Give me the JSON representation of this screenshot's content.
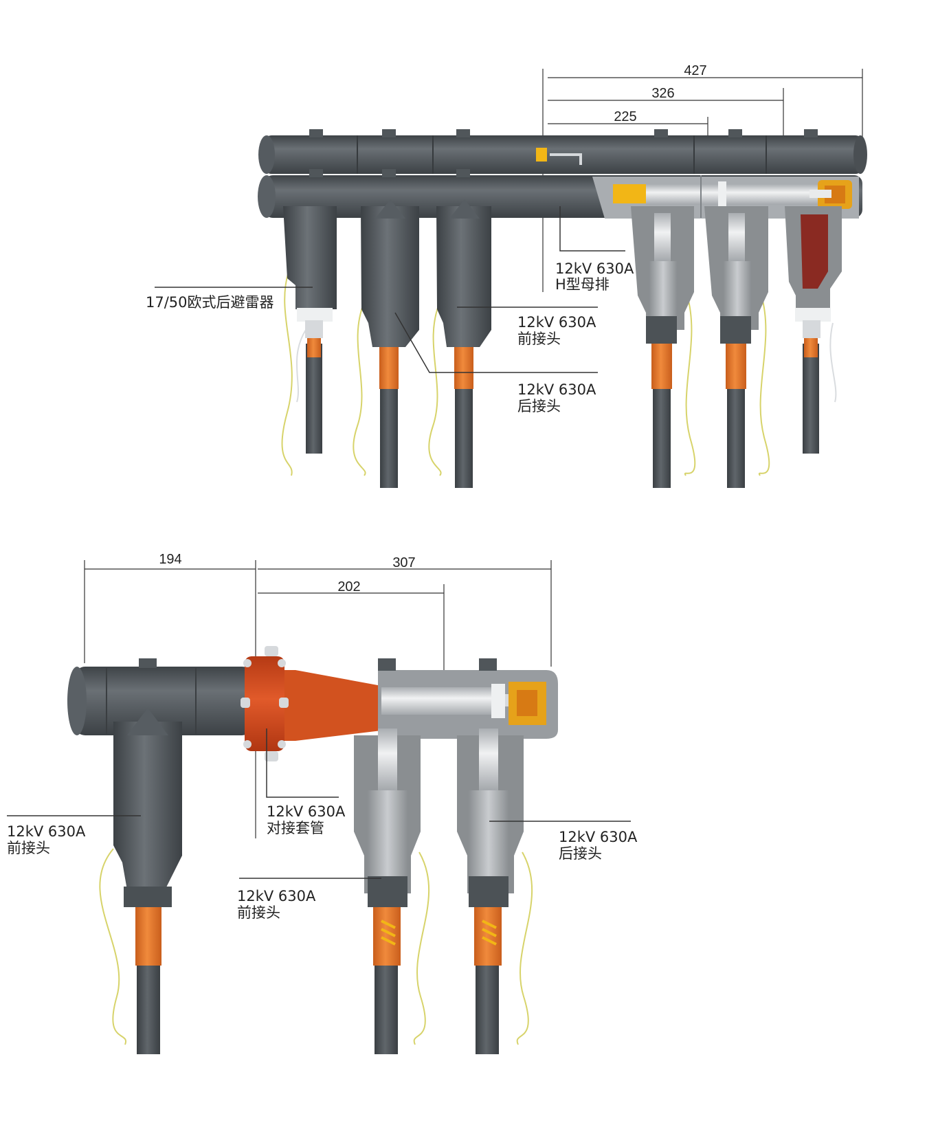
{
  "colors": {
    "body_dark": "#4b5155",
    "body_mid": "#5d6368",
    "sleeve_orange": "#e5762c",
    "flange_red": "#c8431a",
    "insert_yellow": "#f2b616",
    "metal_silver": "#d6d9dc",
    "arrester_red": "#8a2a22",
    "ground_wire": "#d7d36a"
  },
  "top_assembly": {
    "dimensions": [
      "427",
      "326",
      "225"
    ],
    "labels": {
      "arrester": "17/50欧式后避雷器",
      "busbar_line1": "12kV 630A",
      "busbar_line2": "H型母排",
      "front_conn_line1": "12kV 630A",
      "front_conn_line2": "前接头",
      "rear_conn_line1": "12kV 630A",
      "rear_conn_line2": "后接头"
    }
  },
  "bottom_assembly": {
    "dimensions": [
      "194",
      "307",
      "202"
    ],
    "labels": {
      "bushing_line1": "12kV 630A",
      "bushing_line2": "对接套管",
      "left_front_line1": "12kV 630A",
      "left_front_line2": "前接头",
      "mid_front_line1": "12kV 630A",
      "mid_front_line2": "前接头",
      "rear_line1": "12kV 630A",
      "rear_line2": "后接头"
    }
  }
}
